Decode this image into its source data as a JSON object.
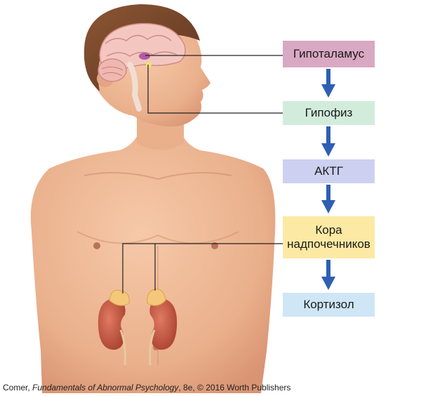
{
  "colors": {
    "hypothalamus": "#d9a8c2",
    "pituitary": "#d2ecdc",
    "acth": "#cdd0f0",
    "cortex": "#fce9a4",
    "cortisol": "#cfe6f6",
    "arrow": "#2f5fb3",
    "connector": "#222222",
    "skin": "#f0b896",
    "hair": "#7b4a2a",
    "kidney": "#c55a48",
    "adrenal": "#f4c77a"
  },
  "flow": {
    "hypothalamus": "Гипоталамус",
    "pituitary": "Гипофиз",
    "acth": "АКТГ",
    "cortex_line1": "Кора",
    "cortex_line2": "надпочечников",
    "cortisol": "Кортизол"
  },
  "caption": {
    "prefix": "Comer, ",
    "title": "Fundamentals of Abnormal Psychology",
    "suffix": ", 8e, © 2016 Worth Publishers"
  },
  "icons": [
    "human-torso-illustration",
    "brain-illustration",
    "kidney-illustration",
    "adrenal-gland-illustration",
    "arrow-down-icon"
  ]
}
